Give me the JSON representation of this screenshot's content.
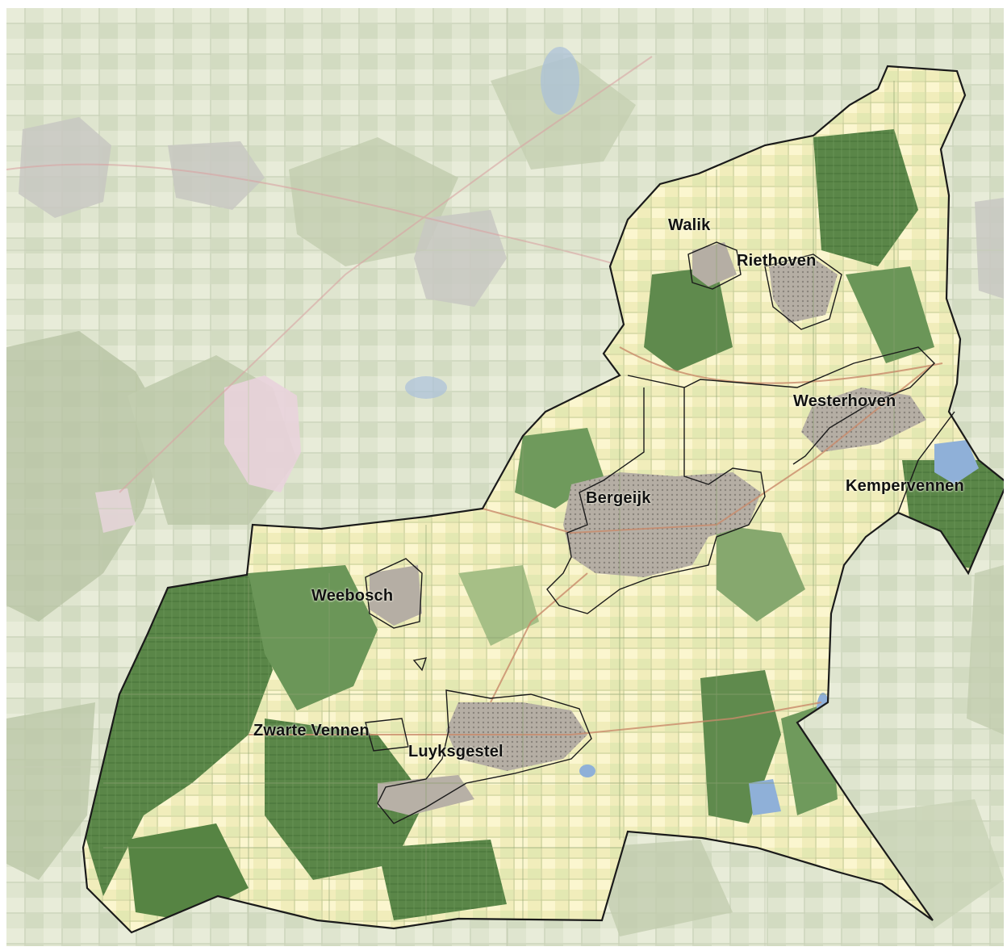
{
  "map": {
    "region_name": "Bergeijk",
    "colors": {
      "faded_base": "#d7dfc8",
      "faded_field": "#e6ead6",
      "faded_forest": "#aebc9a",
      "faded_urban": "#c9c9c4",
      "faded_heath": "#e8cfd9",
      "inside_field": "#f3efbe",
      "inside_field_light": "#e2e7b4",
      "inside_forest": "#5f8a4d",
      "inside_forest_dark": "#4a7a3c",
      "urban": "#a8a29a",
      "water": "#8fb0d8",
      "boundary": "#1a1a1a",
      "label": "#111111"
    },
    "labels": [
      {
        "id": "walik",
        "text": "Walik"
      },
      {
        "id": "riethoven",
        "text": "Riethoven"
      },
      {
        "id": "westerhoven",
        "text": "Westerhoven"
      },
      {
        "id": "kempervennen",
        "text": "Kempervennen"
      },
      {
        "id": "bergeijk",
        "text": "Bergeijk"
      },
      {
        "id": "weebosch",
        "text": "Weebosch"
      },
      {
        "id": "zwarte-vennen",
        "text": "Zwarte Vennen"
      },
      {
        "id": "luyksgestel",
        "text": "Luyksgestel"
      }
    ]
  }
}
